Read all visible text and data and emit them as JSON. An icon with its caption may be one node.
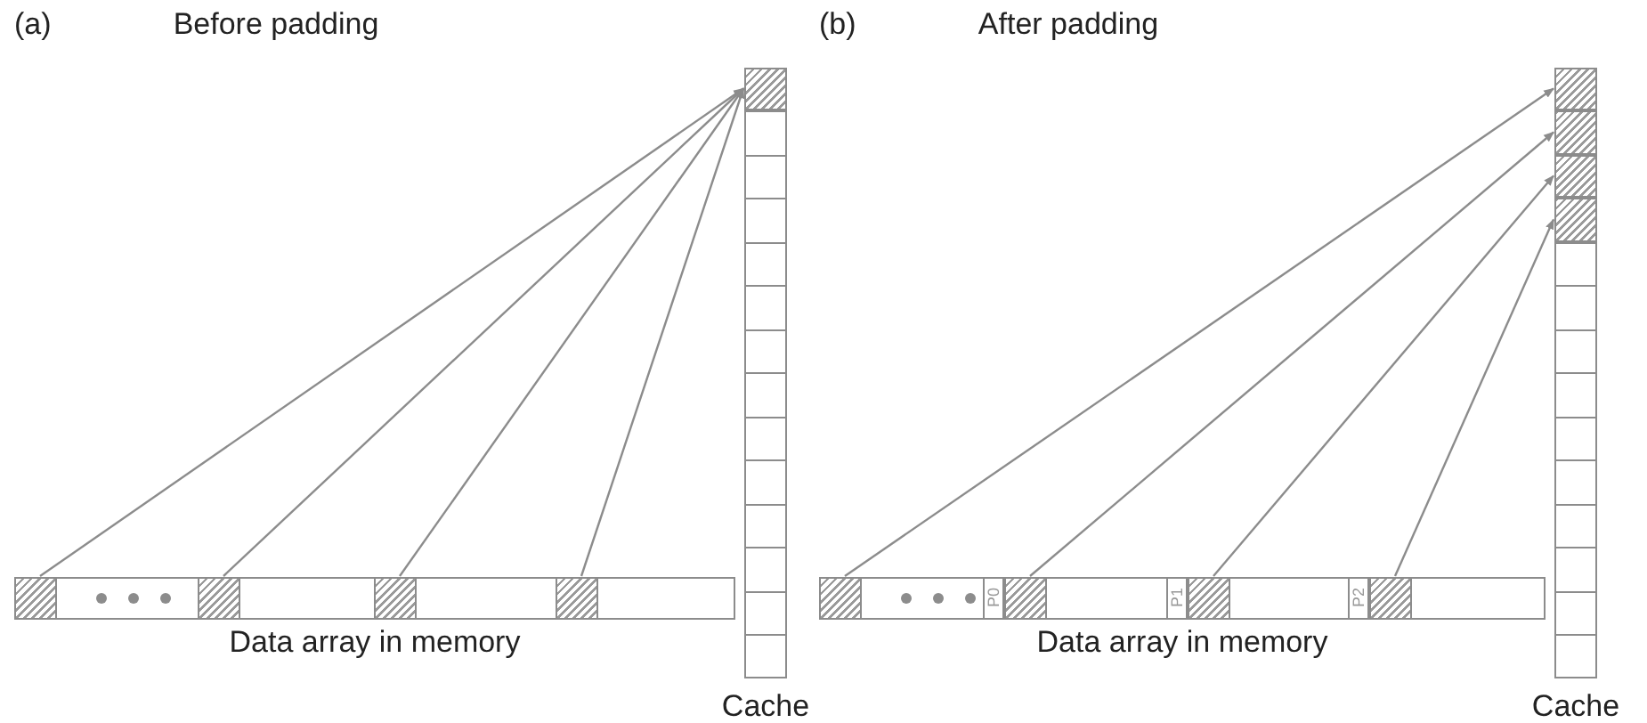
{
  "diagram": {
    "nodes": [
      {
        "text": [],
        "shape": "bar",
        "beside": [
          "Data array in memory"
        ]
      },
      {
        "text": [],
        "shape": "box",
        "in": 0
      },
      {
        "text": [],
        "shape": "box",
        "in": 0
      },
      {
        "text": [],
        "shape": "box",
        "in": 0
      },
      {
        "text": [],
        "shape": "box",
        "in": 0
      },
      {
        "text": [],
        "shape": "bar",
        "beside": [
          "Cache"
        ]
      },
      {
        "text": [],
        "shape": "box",
        "in": 5
      },
      {
        "text": [],
        "shape": "bar",
        "beside": [
          "Data array in memory"
        ]
      },
      {
        "text": [],
        "shape": "box",
        "in": 7
      },
      {
        "text": [
          "P0"
        ],
        "in": 7
      },
      {
        "text": [],
        "shape": "box",
        "in": 7
      },
      {
        "text": [
          "P1"
        ],
        "in": 7
      },
      {
        "text": [],
        "shape": "box",
        "in": 7
      },
      {
        "text": [
          "P2"
        ],
        "in": 7
      },
      {
        "text": [],
        "shape": "box",
        "in": 7
      },
      {
        "text": [],
        "shape": "bar",
        "beside": [
          "Cache"
        ]
      },
      {
        "text": [],
        "shape": "box",
        "in": 15
      },
      {
        "text": [],
        "shape": "box",
        "in": 15
      },
      {
        "text": [],
        "shape": "box",
        "in": 15
      },
      {
        "text": [],
        "shape": "box",
        "in": 15
      }
    ],
    "edges": [
      {
        "from": 1,
        "to": 6,
        "arrow": "to"
      },
      {
        "from": 2,
        "to": 6,
        "arrow": "to"
      },
      {
        "from": 3,
        "to": 6,
        "arrow": "to"
      },
      {
        "from": 4,
        "to": 6,
        "arrow": "to"
      },
      {
        "from": 8,
        "to": 16,
        "arrow": "to"
      },
      {
        "from": 10,
        "to": 17,
        "arrow": "to"
      },
      {
        "from": 12,
        "to": 18,
        "arrow": "to"
      },
      {
        "from": 14,
        "to": 19,
        "arrow": "to"
      }
    ],
    "labels": [
      "(a)",
      "Before padding",
      "(b)",
      "After padding"
    ]
  }
}
